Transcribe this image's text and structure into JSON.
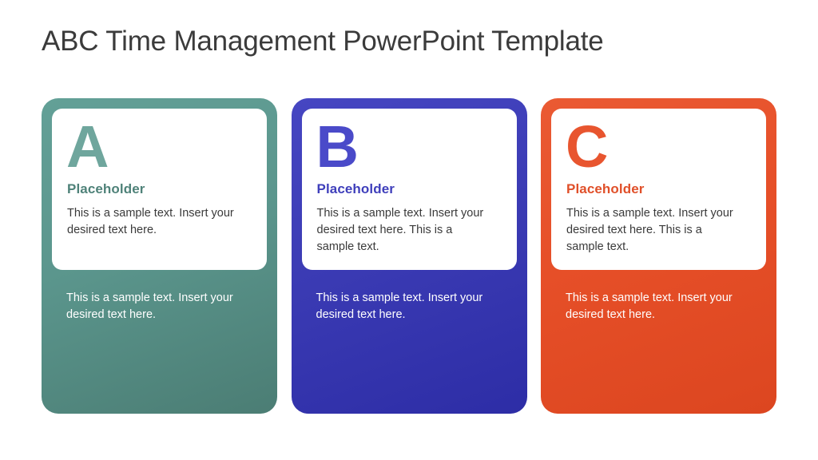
{
  "slide": {
    "title": "ABC Time Management PowerPoint Template",
    "background_color": "#ffffff",
    "title_color": "#3b3b3b"
  },
  "cards": [
    {
      "letter": "A",
      "heading": "Placeholder",
      "body": "This is a sample text. Insert your desired text here.",
      "footer": "This is a sample text. Insert your desired text here.",
      "accent_color": "#4f8279",
      "letter_color": "#6fa69d",
      "gradient_from": "#63a097",
      "gradient_to": "#4b7d74"
    },
    {
      "letter": "B",
      "heading": "Placeholder",
      "body": "This is a sample text. Insert your desired text here. This is a sample text.",
      "footer": "This is a sample text. Insert your desired text here.",
      "accent_color": "#3f3fbb",
      "letter_color": "#4a4ac9",
      "gradient_from": "#4646c2",
      "gradient_to": "#2d2da6"
    },
    {
      "letter": "C",
      "heading": "Placeholder",
      "body": "This is a sample text. Insert your desired text here. This is a sample text.",
      "footer": "This is a sample text. Insert your desired text here.",
      "accent_color": "#e0502a",
      "letter_color": "#e8552f",
      "gradient_from": "#ea5a33",
      "gradient_to": "#dc4620"
    }
  ]
}
